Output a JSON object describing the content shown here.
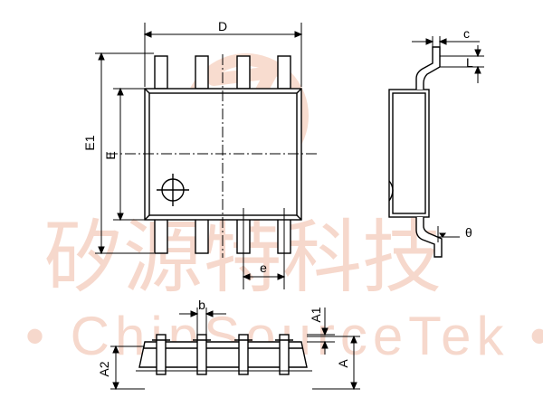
{
  "watermark": {
    "cjk_text": "矽源特科技",
    "latin_text": "• ChipSourceTek •",
    "color": "#f6d8cc"
  },
  "labels": {
    "D": "D",
    "E1": "E1",
    "E": "E",
    "e": "e",
    "b": "b",
    "c": "c",
    "L": "L",
    "theta": "θ",
    "A1": "A1",
    "A2": "A2",
    "A": "A"
  }
}
